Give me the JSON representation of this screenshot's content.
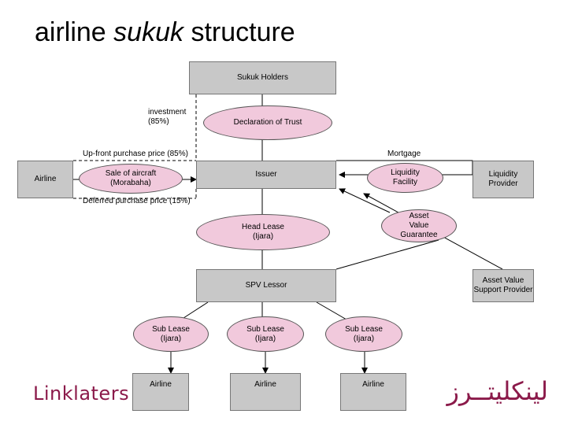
{
  "title": {
    "prefix": "airline ",
    "italic": "sukuk",
    "suffix": " structure"
  },
  "nodes": {
    "sukuk_holders": "Sukuk Holders",
    "declaration_of_trust": "Declaration of Trust",
    "airline": "Airline",
    "sale_of_aircraft": "Sale of aircraft\n(Morabaha)",
    "issuer": "Issuer",
    "liquidity_facility": "Liquidity\nFacility",
    "liquidity_provider": "Liquidity\nProvider",
    "head_lease": "Head Lease\n(Ijara)",
    "asset_value_guarantee": "Asset\nValue\nGuarantee",
    "spv_lessor": "SPV Lessor",
    "asset_value_support_provider": "Asset Value\nSupport Provider",
    "sub_lease_1": "Sub Lease\n(Ijara)",
    "sub_lease_2": "Sub Lease\n(Ijara)",
    "sub_lease_3": "Sub Lease\n(Ijara)",
    "airline_1": "Airline",
    "airline_2": "Airline",
    "airline_3": "Airline"
  },
  "labels": {
    "investment": "investment\n(85%)",
    "upfront_price": "Up-front purchase price (85%)",
    "mortgage": "Mortgage",
    "deferred_price": "Deferred purchase price (15%)"
  },
  "logos": {
    "linklaters": "Linklaters",
    "linklaters_arabic": "لينكليتــرز"
  }
}
